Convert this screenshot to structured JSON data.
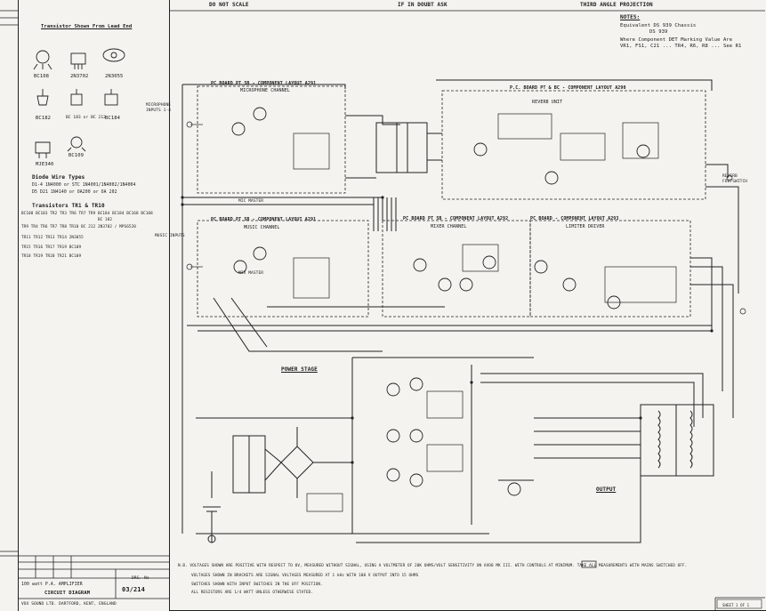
{
  "header": {
    "do_not_scale": "DO NOT SCALE",
    "if_in_doubt": "IF IN DOUBT ASK",
    "projection": "THIRD ANGLE PROJECTION"
  },
  "notes": {
    "title": "NOTES:",
    "lines": [
      "Equivalent DS 939 Chassis",
      "DS 939",
      "Where Component DET Marking Value Are",
      "VR1, FS1, C21 ... TR4, R6, R8 ... See R1"
    ]
  },
  "legend": {
    "title": "Transistor Shown From Lead End",
    "packages": [
      "BC108",
      "2N3702",
      "2N3055",
      "BC182",
      "BC 183 or BC 212",
      "BC184",
      "MJE340",
      "BC109"
    ],
    "diode_title": "Diode Wire Types",
    "diode_lines": [
      "D1-4 1N4000 or STC 1N4001/1N4002/1N4004",
      "D5 D21 1N4140 or OA200 or OA 202"
    ],
    "transistor_title": "Transistors TR1 & TR10",
    "transistor_lines": [
      "BC108 BC183 TR2 TR3 TR6 TR7 TR9 BC184 BC184 BC168 BC108",
      "BC 182",
      "TR9 TR4 TR6 TR7 TR8 TR10 BC 212 2N3702 / MPS6520",
      "TR11 TR12 TR13 TR14 2N3055",
      "TR15 TR16 TR17 TR19 BC109",
      "TR18 TR19 TR20 TR21 BC109"
    ]
  },
  "blocks": {
    "mic_board": "PC BOARD PT 5B - COMPONENT LAYOUT A291",
    "mic_channel": "MICROPHONE CHANNEL",
    "reverb_board": "P.C. BOARD PT & BC - COMPONENT LAYOUT A290",
    "reverb_unit": "REVERB UNIT",
    "music_board": "PC BOARD PT 5B - COMPONENT LAYOUT A291",
    "music_channel": "MUSIC CHANNEL",
    "mixer_board": "PC BOARD PT 5B - COMPONENT LAYOUT A292",
    "mixer_channel": "MIXER CHANNEL",
    "limiter_board": "PC BOARD - COMPONENT LAYOUT A293",
    "limiter_driver": "LIMITER DRIVER",
    "power_stage": "POWER STAGE",
    "output": "OUTPUT",
    "mic_inputs": "MICROPHONE INPUTS 1-4",
    "music_inputs": "MUSIC INPUTS",
    "mic_master": "MIC MASTER",
    "mix_master": "MIX MASTER",
    "reverb_footswitch": "REVERB FOOTSWITCH"
  },
  "footer_notes": [
    "N.B. VOLTAGES SHOWN ARE POSITIVE WITH RESPECT TO 0V, MEASURED WITHOUT SIGNAL, USING A VOLTMETER OF 20K OHMS/VOLT SENSITIVITY ON AVO8 MK III. WITH CONTROLS AT MINIMUM. TAKE ALL MEASUREMENTS WITH MAINS SWITCHED OFF.",
    "VOLTAGES SHOWN IN BRACKETS ARE SIGNAL VOLTAGES MEASURED AT 1 kHz WITH 100 V OUTPUT INTO 15 OHMS",
    "SWITCHES SHOWN WITH INPUT SWITCHES IN THE OFF POSITION.",
    "ALL RESISTORS ARE 1/4 WATT UNLESS OTHERWISE STATED."
  ],
  "title_block": {
    "product": "100 watt P.A. AMPLIFIER",
    "drawing": "CIRCUIT DIAGRAM",
    "drg_label": "DRG. No",
    "number": "03/214",
    "company": "VOX SOUND LTD. DARTFORD, KENT, ENGLAND",
    "sheet": "SHEET 1 OF 1"
  }
}
